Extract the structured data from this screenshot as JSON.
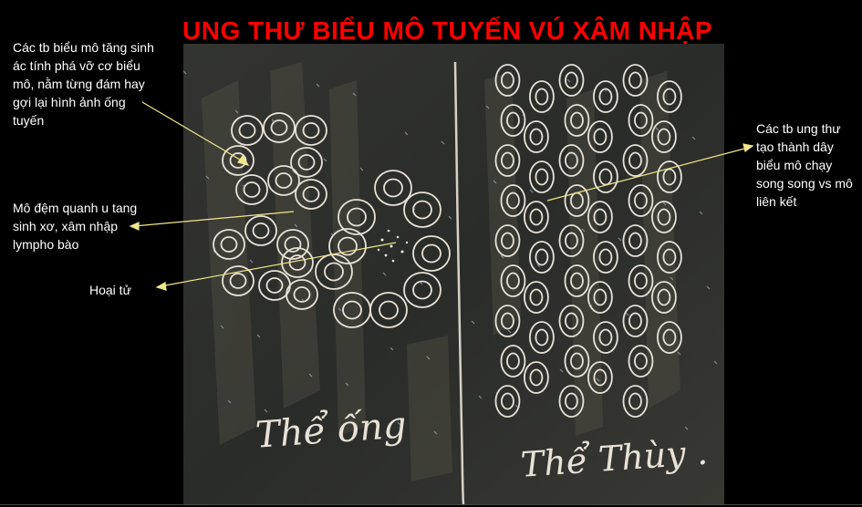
{
  "title": "UNG THƯ BIỂU MÔ TUYẾN VÚ XÂM NHẬP",
  "labels": {
    "carcinoma_cells": "Các tb biểu mô tăng sinh ác tính phá vỡ cơ biểu mô, nằm từng đám hay gợi lại hình ảnh ống tuyến",
    "stroma": "Mô đệm quanh u tang sinh xơ, xâm nhập lympho bào",
    "necrosis": "Hoại tử",
    "lobular_cells": "Các tb ung thư tạo thành dây biểu mô chạy song song vs mô liên kết"
  },
  "chalk_text": {
    "left": "Thể ống",
    "right": "Thể Thùy ."
  },
  "colors": {
    "title": "#ff0000",
    "arrow": "#f0e68c",
    "board": "#2b2d2b",
    "chalk": "#e8e2d6"
  }
}
